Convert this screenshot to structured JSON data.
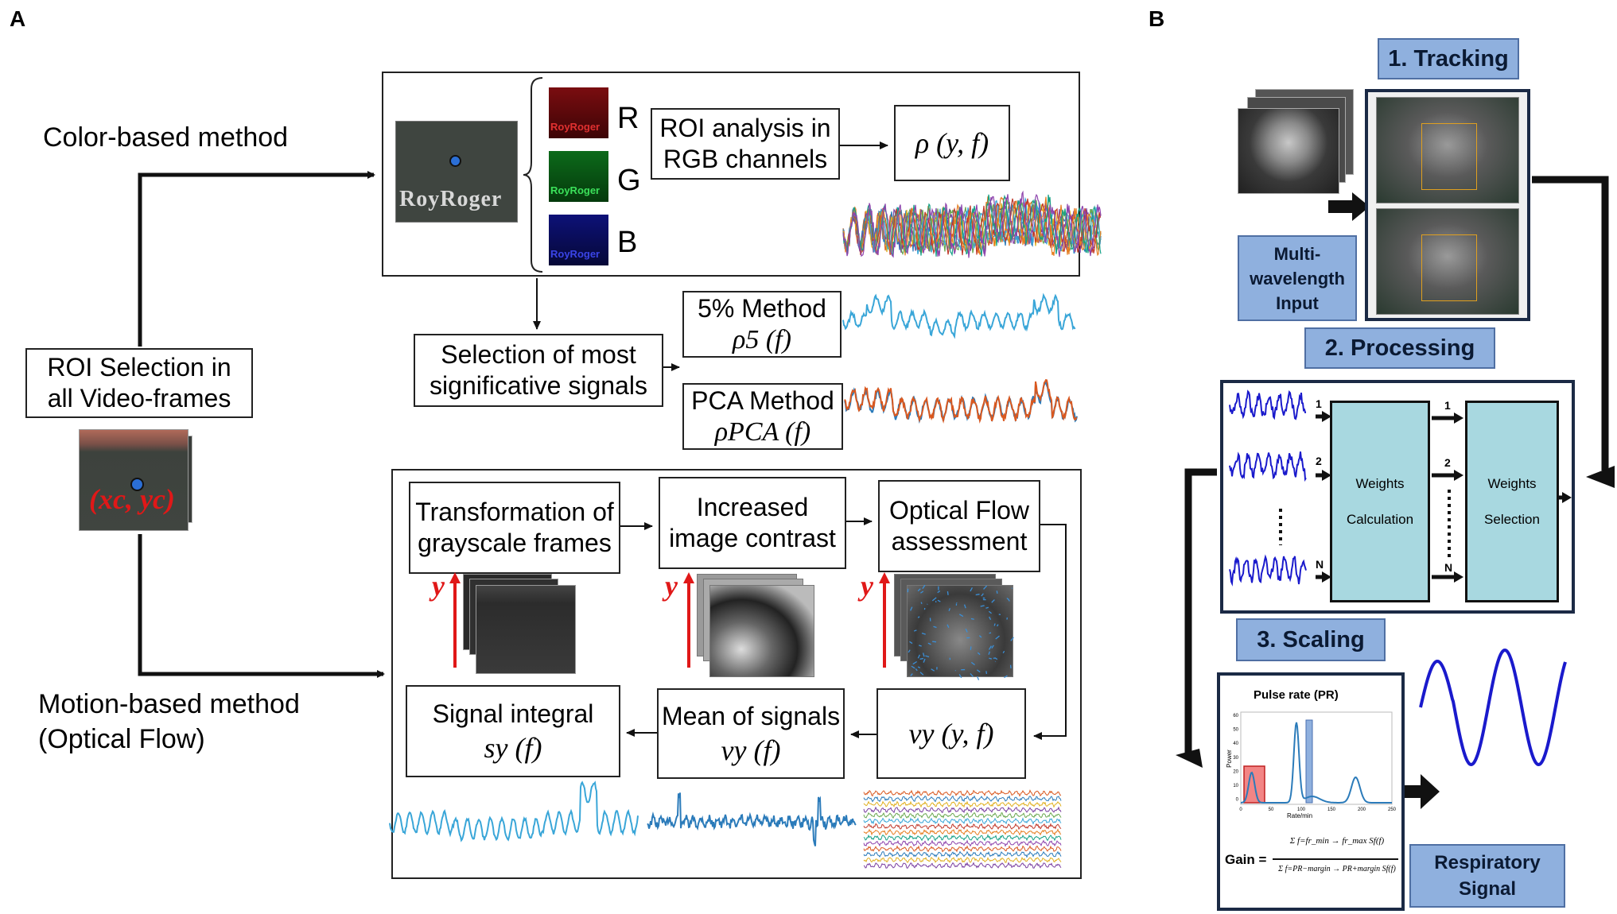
{
  "panel_a": {
    "letter": "A",
    "color_method": "Color-based method",
    "motion_method_line1": "Motion-based method",
    "motion_method_line2": "(Optical Flow)",
    "roi_line1": "ROI Selection in",
    "roi_line2": "all Video-frames",
    "roi_coord": "(xc, yc)",
    "roi_analysis_line1": "ROI analysis in",
    "roi_analysis_line2": "RGB channels",
    "channel_r": "R",
    "channel_g": "G",
    "channel_b": "B",
    "rho": "ρ (y, f)",
    "selection_line1": "Selection of most",
    "selection_line2": "significative signals",
    "method5_line1": "5% Method",
    "method5_line2": "ρ5 (f)",
    "pca_line1": "PCA Method",
    "pca_line2": "ρPCA (f)",
    "gray_line1": "Transformation of",
    "gray_line2": "grayscale frames",
    "contrast_line1": "Increased",
    "contrast_line2": "image contrast",
    "flow_line1": "Optical Flow",
    "flow_line2": "assessment",
    "integral_line1": "Signal integral",
    "integral_line2": "sy (f)",
    "mean_line1": "Mean of signals",
    "mean_line2": "vy (f)",
    "vy": "vy (y, f)",
    "y_axis": "y",
    "shirt_text": "RoyRoger"
  },
  "panel_b": {
    "letter": "B",
    "tracking": "1. Tracking",
    "processing": "2. Processing",
    "scaling": "3. Scaling",
    "input_line1": "Multi-",
    "input_line2": "wavelength",
    "input_line3": "Input",
    "weights_calc_line1": "Weights",
    "weights_calc_line2": "Calculation",
    "weights_sel_line1": "Weights",
    "weights_sel_line2": "Selection",
    "channel_1": "1",
    "channel_2": "2",
    "channel_n": "N",
    "pulse_title": "Pulse rate (PR)",
    "pulse_xlabel": "Rate/min",
    "pulse_ylabel": "Power",
    "pulse_yticks": [
      "60",
      "50",
      "40",
      "30",
      "20",
      "10",
      "0"
    ],
    "pulse_xticks": [
      "0",
      "50",
      "100",
      "150",
      "200",
      "250"
    ],
    "gain_label": "Gain =",
    "gain_numerator": "Σ f=fr_min → fr_max  Sf(f)",
    "gain_denominator": "Σ f=PR−margin → PR+margin  Sf(f)",
    "respiratory_line1": "Respiratory",
    "respiratory_line2": "Signal"
  },
  "colors": {
    "label_blue": "#8fb0de",
    "weights_box": "#a8d8e0",
    "signal_blue": "#1a1acc",
    "plot_blue": "#2b7bba",
    "trace_cyan": "#3aa6d8",
    "trace_orange": "#d9581f",
    "red_marker": "#e01818"
  }
}
